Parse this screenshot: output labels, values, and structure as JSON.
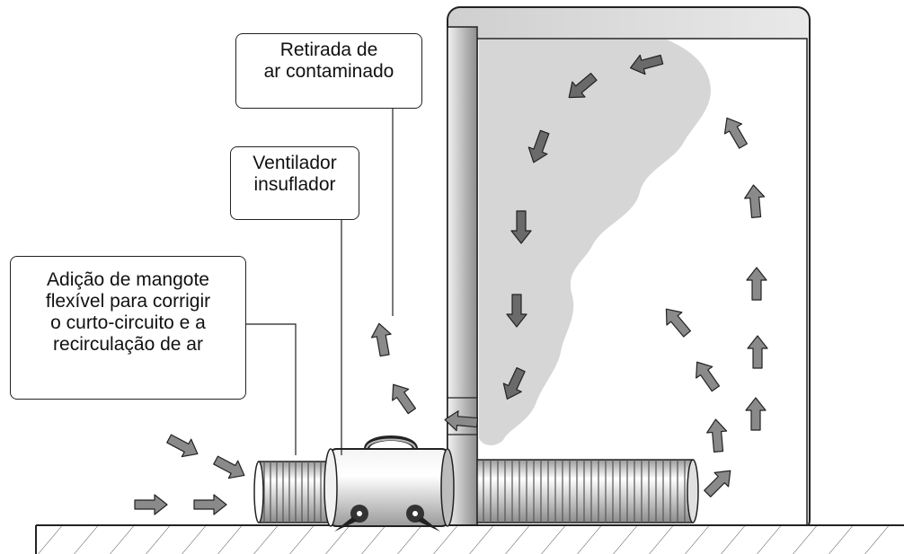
{
  "labels": {
    "extraction": {
      "line1": "Retirada de",
      "line2": "ar contaminado"
    },
    "fan": {
      "line1": "Ventilador",
      "line2": "insuflador"
    },
    "hose": {
      "line1": "Adição de mangote",
      "line2": "flexível para corrigir",
      "line3": "o curto-circuito e a",
      "line4": "recirculação de ar"
    }
  },
  "colors": {
    "arrow_fill": "#8a8a8a",
    "arrow_dark": "#6a6a6a",
    "smoke": "#d6d6d6",
    "wall_light": "#e6e6e6",
    "wall_dark": "#8d8d8d",
    "outline": "#222222"
  },
  "icons": [
    "arrow-icon",
    "smoke-cloud",
    "fan-body",
    "flexible-hose",
    "floor-hatching"
  ]
}
